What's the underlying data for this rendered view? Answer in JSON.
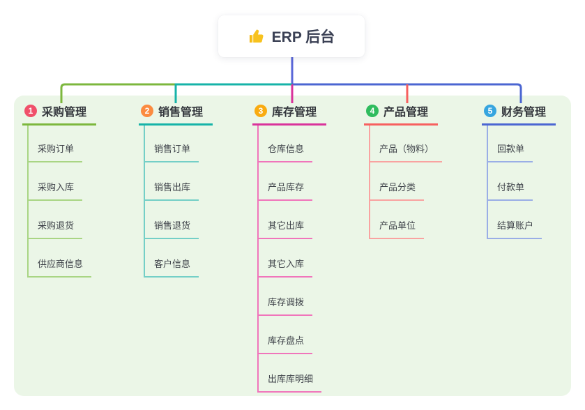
{
  "root": {
    "label": "ERP 后台",
    "icon": "thumbs-up-icon",
    "line_color": "#5a67d8"
  },
  "panel": {
    "bg": "#ebf6e7"
  },
  "branches": [
    {
      "num": "1",
      "label": "采购管理",
      "colors": {
        "badge": "#f0506a",
        "main": "#7cb73d",
        "light": "#a9d584"
      },
      "children": [
        "采购订单",
        "采购入库",
        "采购退货",
        "供应商信息"
      ]
    },
    {
      "num": "2",
      "label": "销售管理",
      "colors": {
        "badge": "#fb8b40",
        "main": "#16b3a8",
        "light": "#74cfc7"
      },
      "children": [
        "销售订单",
        "销售出库",
        "销售退货",
        "客户信息"
      ]
    },
    {
      "num": "3",
      "label": "库存管理",
      "colors": {
        "badge": "#f9ab10",
        "main": "#d9339b",
        "light": "#f075bb"
      },
      "children": [
        "仓库信息",
        "产品库存",
        "其它出库",
        "其它入库",
        "库存调拨",
        "库存盘点",
        "出库库明细"
      ]
    },
    {
      "num": "4",
      "label": "产品管理",
      "colors": {
        "badge": "#2fbc5e",
        "main": "#f7605f",
        "light": "#f9a3a1"
      },
      "children": [
        "产品（物料）",
        "产品分类",
        "产品单位"
      ]
    },
    {
      "num": "5",
      "label": "财务管理",
      "colors": {
        "badge": "#36a5df",
        "main": "#4b66d2",
        "light": "#9aaee6"
      },
      "children": [
        "回款单",
        "付款单",
        "结算账户"
      ]
    }
  ]
}
